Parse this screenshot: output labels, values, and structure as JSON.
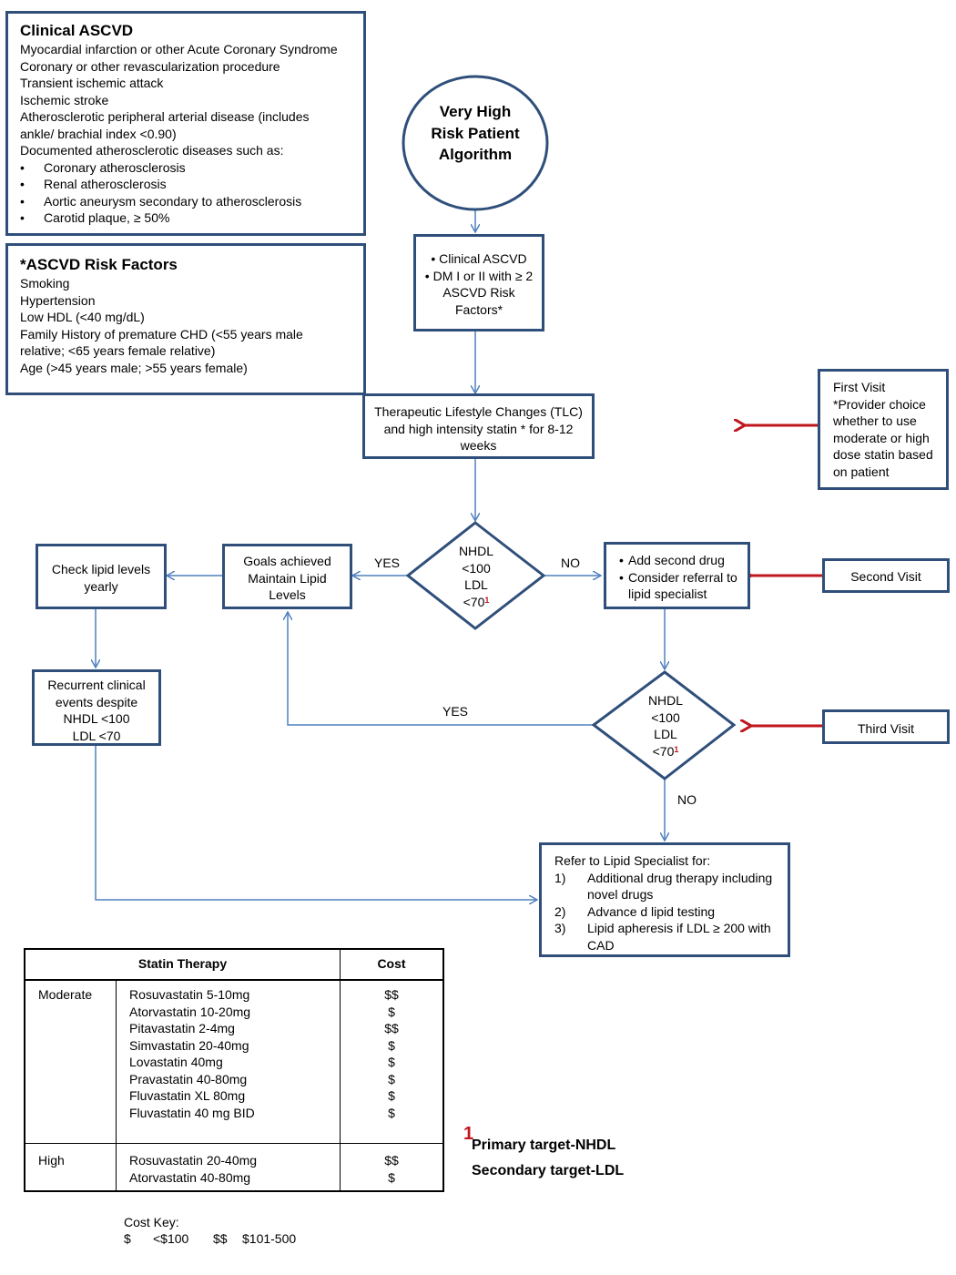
{
  "clinical_box": {
    "title": "Clinical ASCVD",
    "lines": [
      "Myocardial infarction or other Acute Coronary Syndrome",
      "Coronary or other revascularization procedure",
      "Transient ischemic attack",
      "Ischemic stroke",
      "Atherosclerotic peripheral arterial disease (includes ankle/ brachial index <0.90)",
      "Documented atherosclerotic diseases such as:"
    ],
    "bullets": [
      "Coronary atherosclerosis",
      "Renal atherosclerosis",
      "Aortic aneurysm secondary to atherosclerosis",
      "Carotid plaque, ≥ 50%"
    ]
  },
  "risk_box": {
    "title": "*ASCVD Risk Factors",
    "lines": [
      "Smoking",
      "Hypertension",
      "Low HDL (<40 mg/dL)",
      "Family History of premature CHD (<55 years male relative; <65 years  female relative)",
      "Age (>45 years male; >55 years female)"
    ]
  },
  "start_node": "Very High Risk Patient Algorithm",
  "criteria_box": [
    "Clinical ASCVD",
    "DM I or II with ≥ 2 ASCVD Risk Factors*"
  ],
  "tlc_box": "Therapeutic Lifestyle Changes (TLC) and high intensity statin * for 8-12 weeks",
  "decision1": {
    "l1": "NHDL",
    "l2": "<100",
    "l3": "LDL",
    "l4": "<70",
    "marker": "1"
  },
  "decision2": {
    "l1": "NHDL",
    "l2": "<100",
    "l3": "LDL",
    "l4": "<70",
    "marker": "1"
  },
  "goals_box": "Goals achieved Maintain Lipid Levels",
  "check_box": "Check lipid levels yearly",
  "recurrent_box": [
    "Recurrent clinical",
    "events despite",
    "NHDL <100",
    "LDL <70"
  ],
  "second_drug_box": [
    "Add second drug",
    "Consider referral to lipid specialist"
  ],
  "refer_box": {
    "title": "Refer to Lipid Specialist for:",
    "items": [
      {
        "n": "1)",
        "text": "Additional drug therapy including novel drugs"
      },
      {
        "n": "2)",
        "text": "Advance d lipid testing"
      },
      {
        "n": "3)",
        "text": "Lipid apheresis if LDL ≥ 200 with CAD"
      }
    ]
  },
  "visits": {
    "first": "First Visit *Provider choice whether to use moderate or high dose statin based on patient",
    "second": "Second Visit",
    "third": "Third Visit"
  },
  "edge_labels": {
    "yes1": "YES",
    "no1": "NO",
    "yes2": "YES",
    "no2": "NO"
  },
  "table": {
    "header_therapy": "Statin Therapy",
    "header_cost": "Cost",
    "moderate_label": "Moderate",
    "moderate_drugs": [
      {
        "name": "Rosuvastatin 5-10mg",
        "cost": "$$"
      },
      {
        "name": "Atorvastatin 10-20mg",
        "cost": "$"
      },
      {
        "name": "Pitavastatin 2-4mg",
        "cost": "$$"
      },
      {
        "name": "Simvastatin 20-40mg",
        "cost": "$"
      },
      {
        "name": "Lovastatin  40mg",
        "cost": "$"
      },
      {
        "name": "Pravastatin 40-80mg",
        "cost": "$"
      },
      {
        "name": "Fluvastatin XL 80mg",
        "cost": "$"
      },
      {
        "name": "Fluvastatin 40 mg BID",
        "cost": "$"
      }
    ],
    "high_label": "High",
    "high_drugs": [
      {
        "name": "Rosuvastatin 20-40mg",
        "cost": "$$"
      },
      {
        "name": "Atorvastatin 40-80mg",
        "cost": "$"
      }
    ]
  },
  "footnote": {
    "marker": "1",
    "line1": "Primary target-NHDL",
    "line2": "Secondary target-LDL"
  },
  "cost_key": {
    "title": "Cost Key:",
    "s1": "$",
    "v1": "<$100",
    "s2": "$$",
    "v2": "$101-500"
  },
  "colors": {
    "box_border": "#2f4f7a",
    "connector": "#4f81bd",
    "visit_arrow": "#c0161e",
    "footnote_red": "#c0161e"
  }
}
